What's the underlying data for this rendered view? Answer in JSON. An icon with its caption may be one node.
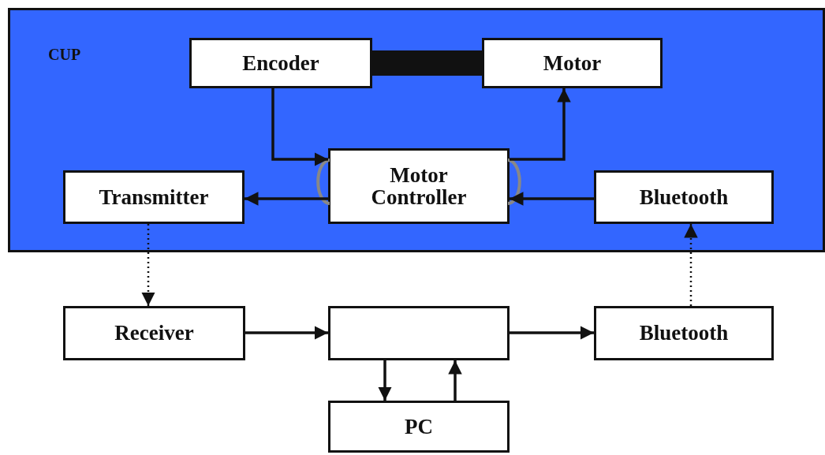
{
  "diagram": {
    "nodes": [
      {
        "text": [
          "CUP"
        ]
      },
      {
        "text": [
          "Encoder"
        ],
        "in": 0
      },
      {
        "text": [
          "Motor"
        ],
        "in": 0
      },
      {
        "text": [
          "Transmitter"
        ],
        "in": 0
      },
      {
        "text": [
          "Motor Controller"
        ],
        "in": 0
      },
      {
        "text": [
          "Bluetooth"
        ],
        "in": 0
      },
      {
        "text": [
          "Receiver"
        ]
      },
      {
        "text": [],
        "shape": "box"
      },
      {
        "text": [
          "Bluetooth"
        ]
      },
      {
        "text": [
          "PC"
        ]
      }
    ],
    "edges": [
      {
        "from": 1,
        "to": 2,
        "arrow": "none",
        "style": "thick"
      },
      {
        "from": 1,
        "to": 4,
        "arrow": "to"
      },
      {
        "from": 4,
        "to": 2,
        "arrow": "to"
      },
      {
        "from": 4,
        "to": 3,
        "arrow": "to"
      },
      {
        "from": 5,
        "to": 4,
        "arrow": "to"
      },
      {
        "from": 3,
        "to": 6,
        "arrow": "to",
        "style": "dashed"
      },
      {
        "from": 6,
        "to": 7,
        "arrow": "to"
      },
      {
        "from": 7,
        "to": 8,
        "arrow": "to"
      },
      {
        "from": 8,
        "to": 5,
        "arrow": "to",
        "style": "dashed"
      },
      {
        "from": 7,
        "to": 9,
        "arrow": "to"
      },
      {
        "from": 9,
        "to": 7,
        "arrow": "to"
      }
    ]
  }
}
